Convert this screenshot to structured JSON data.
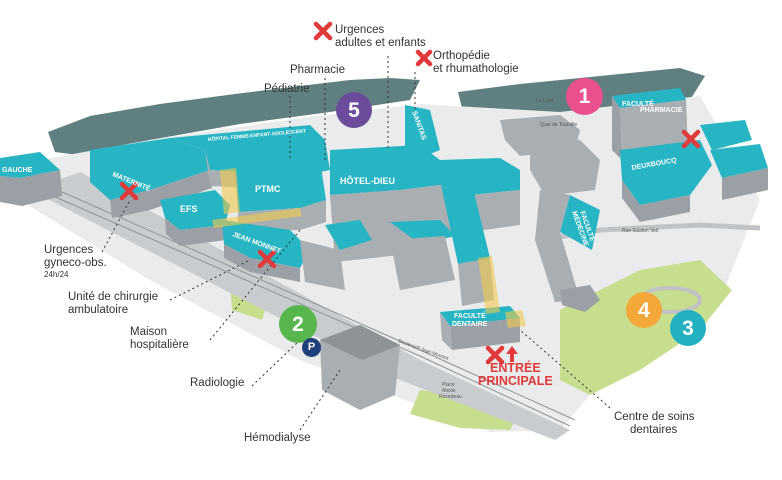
{
  "colors": {
    "building_teal": "#27b5c4",
    "building_grey": "#a9aeb3",
    "river": "#5f7f80",
    "park_green": "#c6de8e",
    "cross_red": "#e03a3a",
    "badge_1": "#e9508d",
    "badge_2": "#57b64e",
    "badge_3": "#22b1bf",
    "badge_4": "#f4a83a",
    "badge_5": "#6b4c9a",
    "parking_blue": "#1e3f7a"
  },
  "badges": {
    "b1": "1",
    "b2": "2",
    "b3": "3",
    "b4": "4",
    "b5": "5",
    "parking": "P"
  },
  "labels": {
    "urgences_adultes_line1": "Urgences",
    "urgences_adultes_line2": "adultes et enfants",
    "orthopedie_line1": "Orthopédie",
    "orthopedie_line2": "et rhumathologie",
    "pharmacie": "Pharmacie",
    "pediatrie": "Pédiatrie",
    "urgences_gyneco_line1": "Urgences",
    "urgences_gyneco_line2": "gyneco-obs.",
    "urgences_gyneco_hours": "24h/24",
    "unite_chirurgie_line1": "Unité de chirurgie",
    "unite_chirurgie_line2": "ambulatoire",
    "maison_line1": "Maison",
    "maison_line2": "hospitalière",
    "radiologie": "Radiologie",
    "hemodialyse": "Hémodialyse",
    "entree_line1": "ENTRÉE",
    "entree_line2": "PRINCIPALE",
    "centre_soins_line1": "Centre de soins",
    "centre_soins_line2": "dentaires"
  },
  "buildings": {
    "maternite": "MATERNITÉ",
    "efs": "EFS",
    "ptmc": "PTMC",
    "hotel_dieu": "HÔTEL-DIEU",
    "jean_monnet": "JEAN MONNET",
    "hfme": "HÔPITAL FEMME-ENFANT-ADOLESCENT",
    "sanitas": "SANITAS",
    "faculte_pharmacie_line1": "FACULTÉ",
    "faculte_pharmacie_line2": "PHARMACIE",
    "faculte_medecine_line1": "FACULTÉ",
    "faculte_medecine_line2": "MÉDECINE",
    "faculte_dentaire_line1": "FACULTÉ",
    "faculte_dentaire_line2": "DENTAIRE",
    "deux_boucq": "DEUXBOUCQ",
    "gauche": "GAUCHE"
  },
  "streets": {
    "la_loire": "La Loire",
    "quai": "Quai de Tourville",
    "rue_gaston": "Rue Gaston Veil",
    "boulevard": "Boulevard Jean Monnet",
    "place_line1": "Place",
    "place_line2": "Alexis",
    "place_line3": "Ricordeau"
  }
}
